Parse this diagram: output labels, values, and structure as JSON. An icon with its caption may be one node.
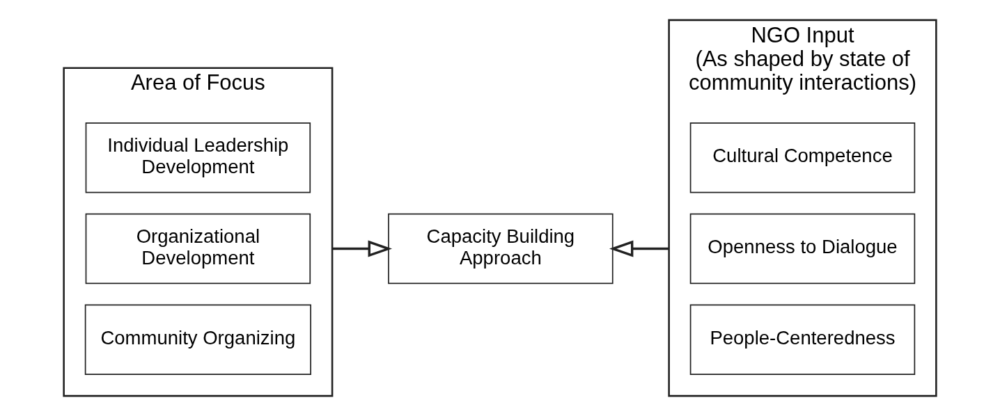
{
  "diagram": {
    "nodes": [
      {
        "text": [
          "Area of Focus"
        ]
      },
      {
        "text": [
          "Individual Leadership Development"
        ],
        "in": 0
      },
      {
        "text": [
          "Organizational Development"
        ],
        "in": 0
      },
      {
        "text": [
          "Community Organizing"
        ],
        "in": 0
      },
      {
        "text": [
          "Capacity Building Approach"
        ]
      },
      {
        "text": [
          "NGO Input",
          "(As shaped by state of community interactions)"
        ]
      },
      {
        "text": [
          "Cultural Competence"
        ],
        "in": 5
      },
      {
        "text": [
          "Openness to Dialogue"
        ],
        "in": 5
      },
      {
        "text": [
          "People-Centeredness"
        ],
        "in": 5
      }
    ],
    "edges": [
      {
        "from": 0,
        "to": 4,
        "arrow": "to"
      },
      {
        "from": 5,
        "to": 4,
        "arrow": "to"
      }
    ]
  }
}
